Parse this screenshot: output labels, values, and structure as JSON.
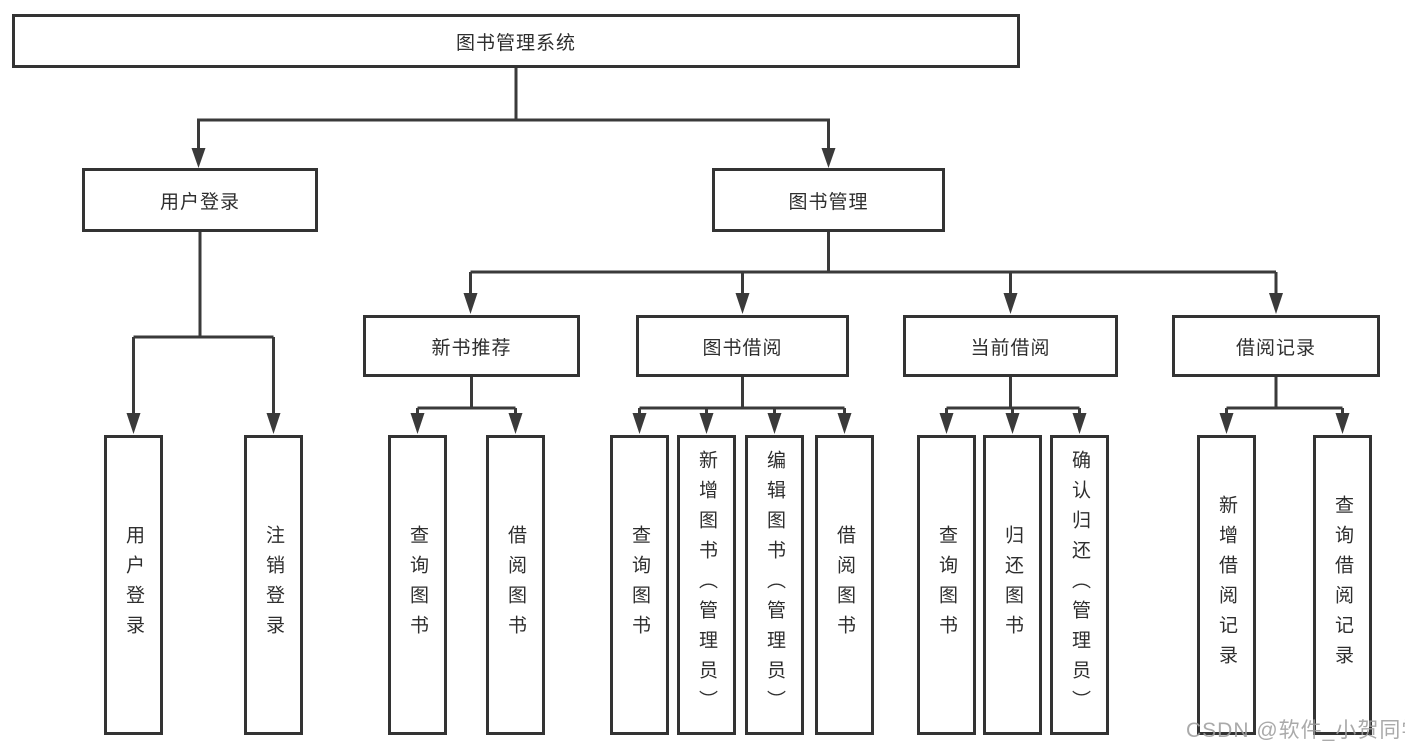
{
  "diagram": {
    "root": {
      "label": "图书管理系统"
    },
    "level1": [
      {
        "label": "用户登录",
        "children": [
          {
            "label": "用户登录"
          },
          {
            "label": "注销登录"
          }
        ]
      },
      {
        "label": "图书管理",
        "children": [
          {
            "label": "新书推荐",
            "children": [
              {
                "label": "查询图书"
              },
              {
                "label": "借阅图书"
              }
            ]
          },
          {
            "label": "图书借阅",
            "children": [
              {
                "label": "查询图书"
              },
              {
                "label": "新增图书（管理员）"
              },
              {
                "label": "编辑图书（管理员）"
              },
              {
                "label": "借阅图书"
              }
            ]
          },
          {
            "label": "当前借阅",
            "children": [
              {
                "label": "查询图书"
              },
              {
                "label": "归还图书"
              },
              {
                "label": "确认归还（管理员）"
              }
            ]
          },
          {
            "label": "借阅记录",
            "children": [
              {
                "label": "新增借阅记录"
              },
              {
                "label": "查询借阅记录"
              }
            ]
          }
        ]
      }
    ]
  },
  "watermark": {
    "text": "CSDN @软件_小贺同学"
  },
  "colors": {
    "line": "#3a3a3a",
    "box_border": "#333333",
    "box_fill": "#ffffff",
    "text": "#2e2e2e",
    "watermark": "#9e9e9e",
    "background": "#ffffff"
  }
}
